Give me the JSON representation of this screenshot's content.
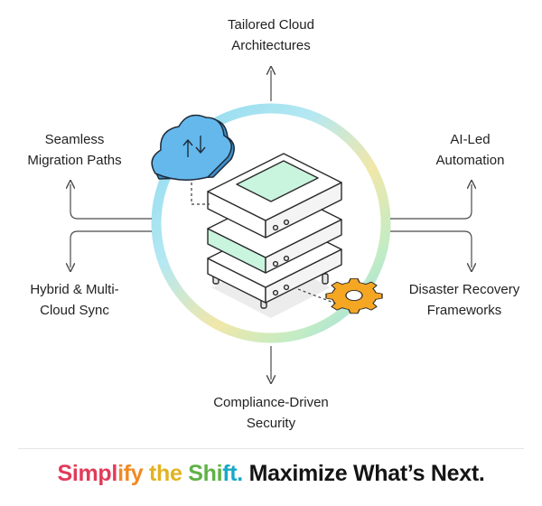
{
  "labels": {
    "top": [
      "Tailored Cloud",
      "Architectures"
    ],
    "upper_left": [
      "Seamless",
      "Migration Paths"
    ],
    "upper_right": [
      "AI-Led",
      "Automation"
    ],
    "lower_left": [
      "Hybrid & Multi-",
      "Cloud Sync"
    ],
    "lower_right": [
      "Disaster Recovery",
      "Frameworks"
    ],
    "bottom": [
      "Compliance-Driven",
      "Security"
    ]
  },
  "tagline": {
    "part1": "Simpl",
    "part2": "ify ",
    "part3": "the ",
    "part4": "Shi",
    "part5": "ft.",
    "part6": "Maximize What’s Next."
  },
  "icons": [
    "cloud-sync-icon",
    "server-stack-icon",
    "gear-icon",
    "arrow-icon"
  ],
  "colors": {
    "ring": [
      "#7fd6ee",
      "#bdeac1",
      "#f2e6a6",
      "#9fdfe0"
    ],
    "cloud": "#5fb4ea",
    "gear": "#f5a623",
    "server_highlight": "#c9f5de",
    "line": "#4a4a4a"
  }
}
